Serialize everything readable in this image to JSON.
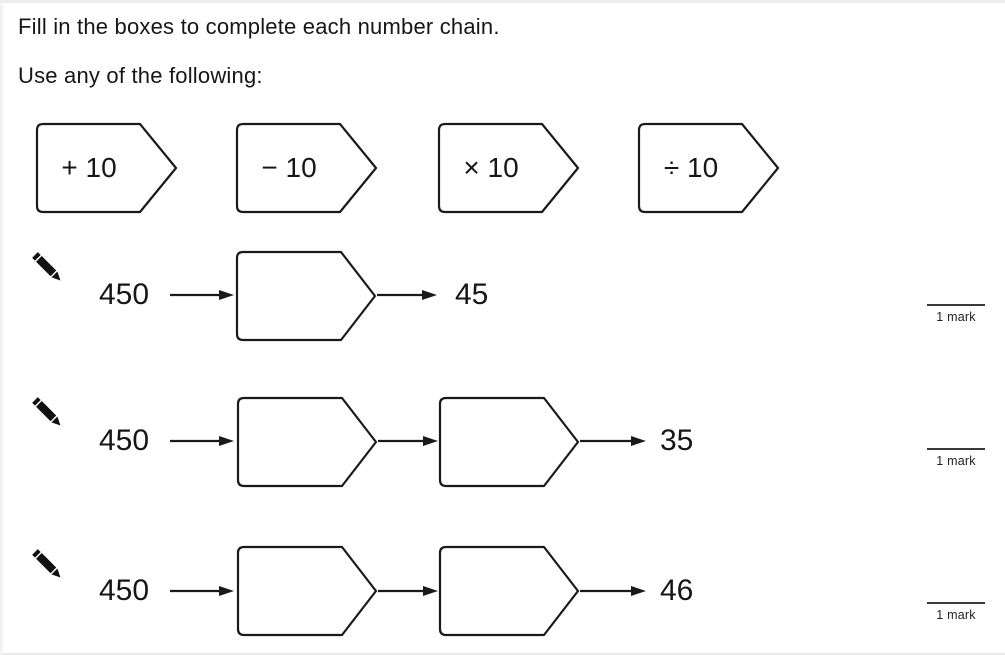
{
  "sheet": {
    "title": "Fill in the boxes to complete each number chain.",
    "subtitle": "Use any of the following:"
  },
  "operations": [
    {
      "label": "+ 10"
    },
    {
      "label": "− 10"
    },
    {
      "label": "× 10"
    },
    {
      "label": "÷ 10"
    }
  ],
  "chains": [
    {
      "start": "450",
      "boxes": 1,
      "result": "45",
      "mark_label": "1 mark"
    },
    {
      "start": "450",
      "boxes": 2,
      "result": "35",
      "mark_label": "1 mark"
    },
    {
      "start": "450",
      "boxes": 2,
      "result": "46",
      "mark_label": "1 mark"
    }
  ],
  "icons": {
    "pencil": "pencil-icon"
  },
  "colors": {
    "ink": "#1a1a1a",
    "paper": "#ffffff"
  }
}
